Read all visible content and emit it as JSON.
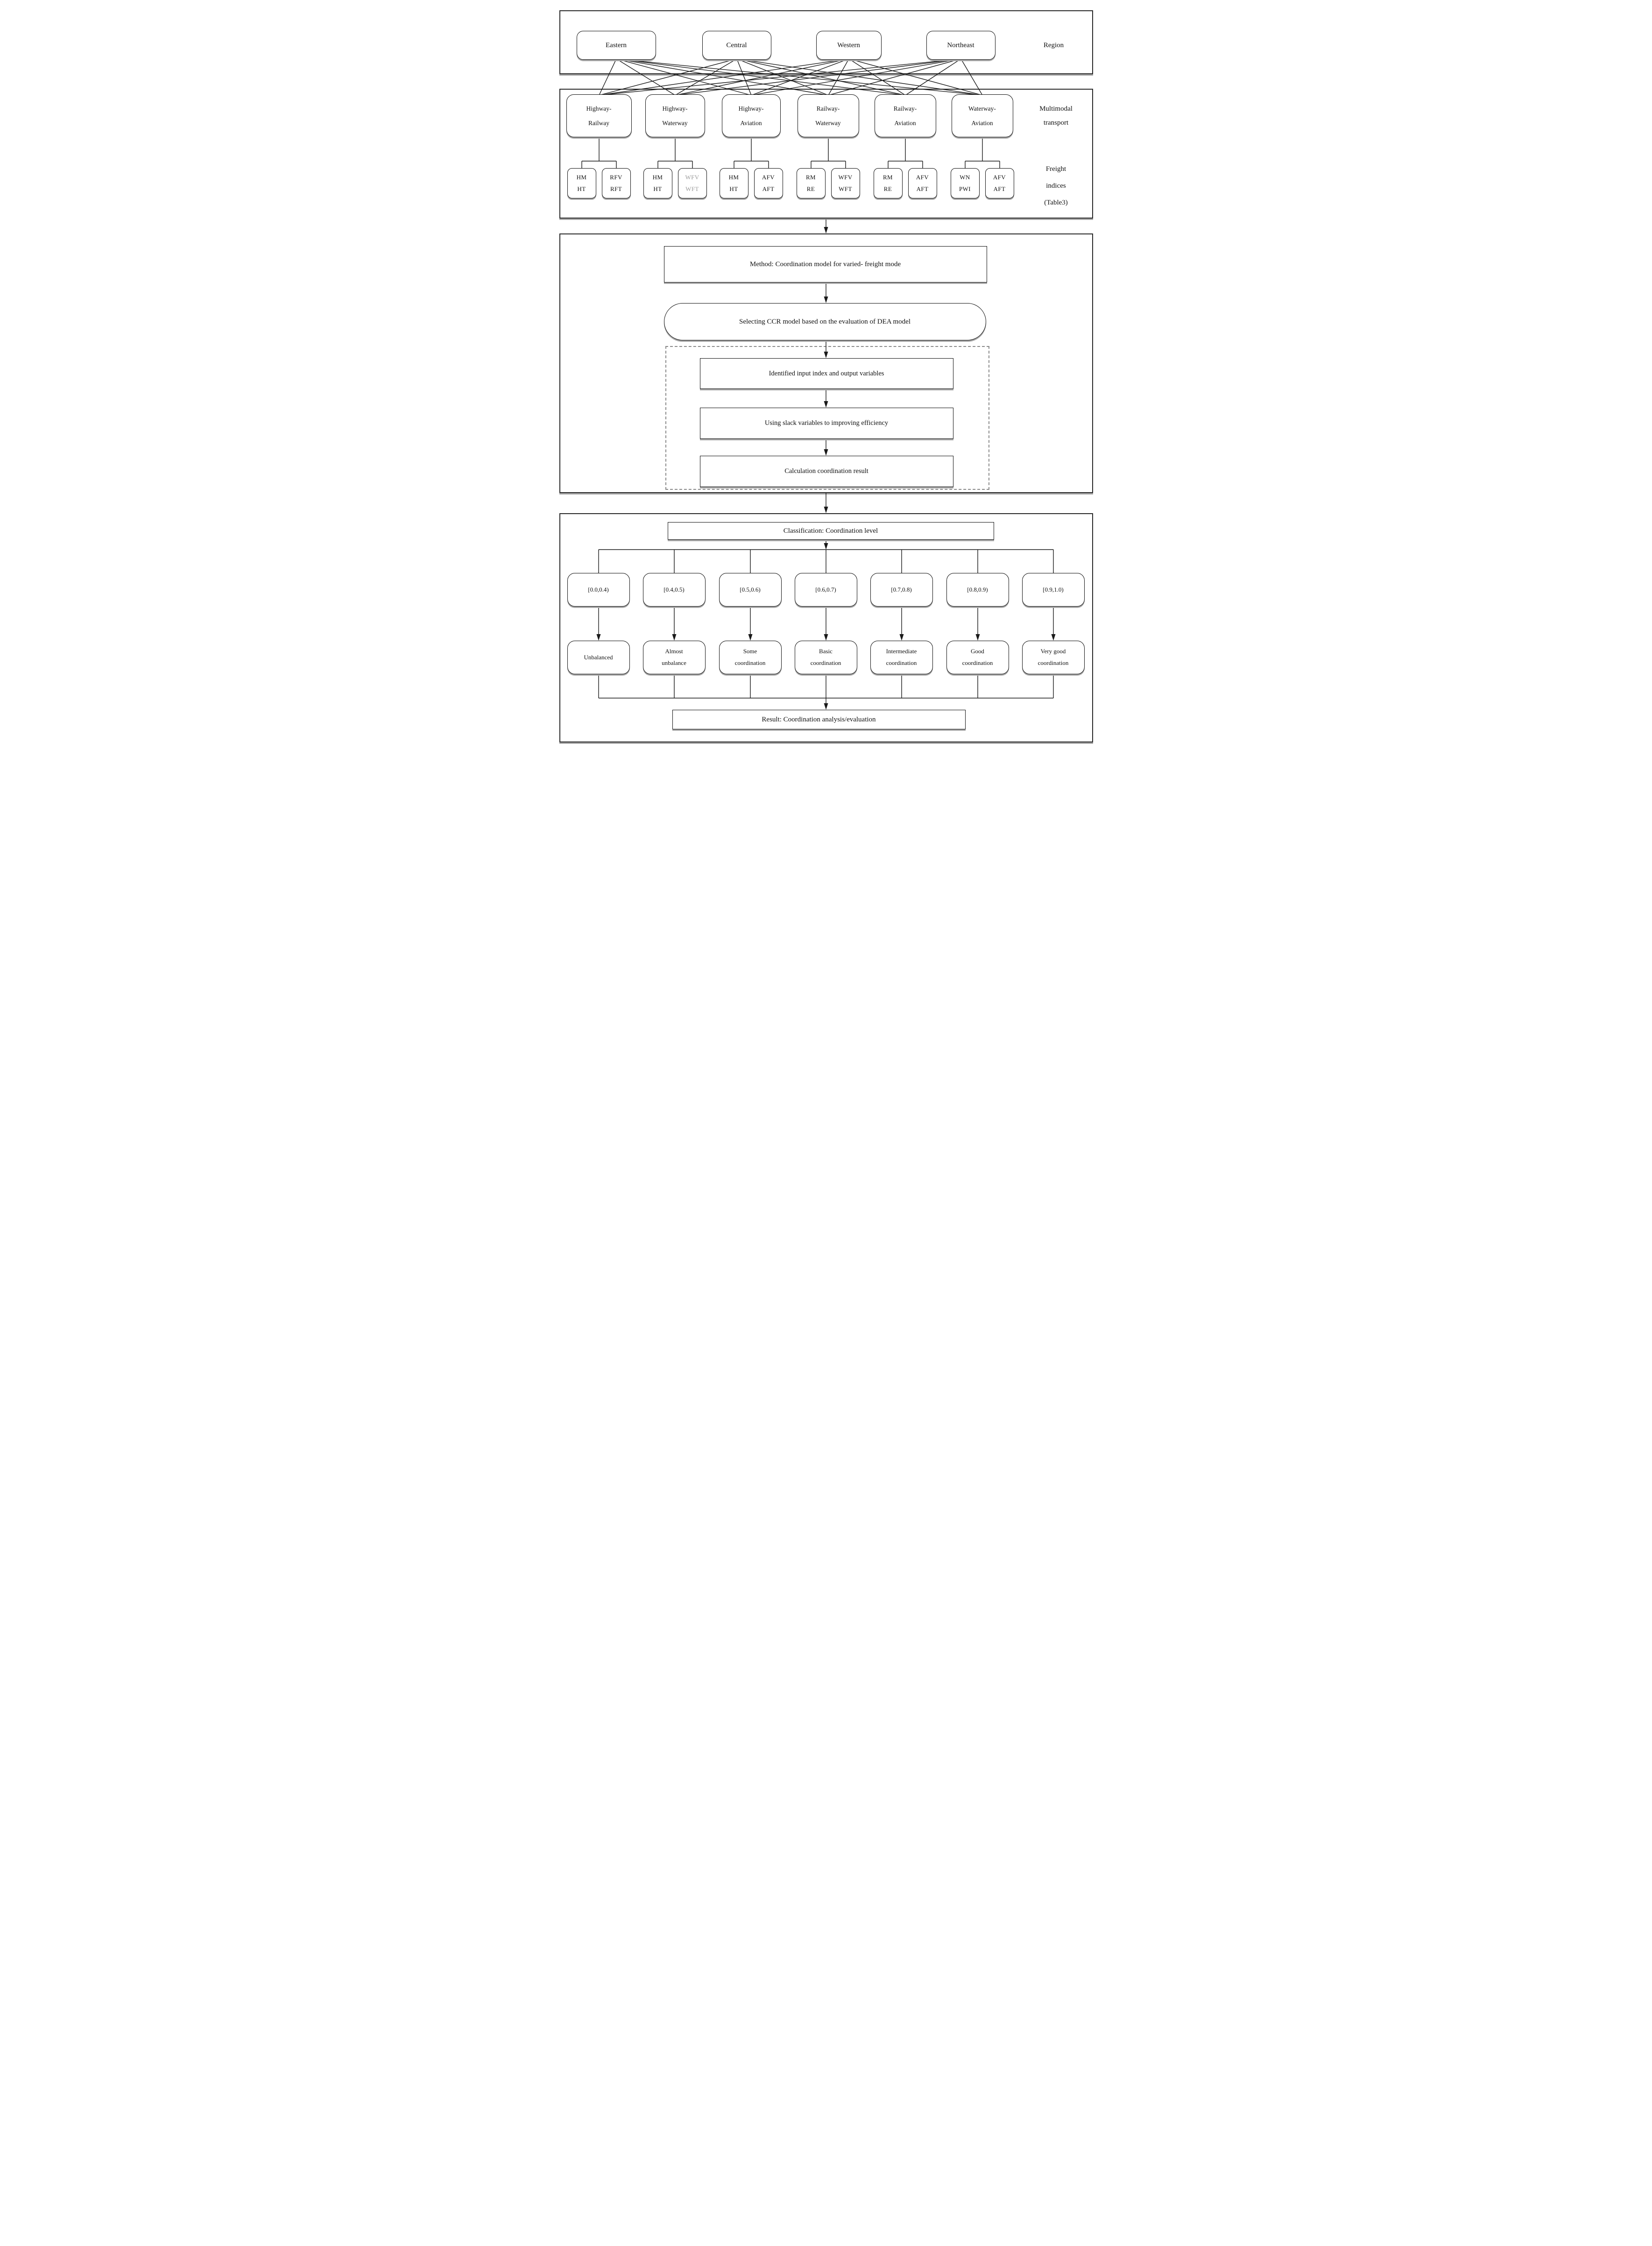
{
  "regions": [
    "Eastern",
    "Central",
    "Western",
    "Northeast"
  ],
  "axis_labels": {
    "region": "Region",
    "multimodal": "Multimodal\ntransport",
    "freight": "Freight\nindices\n(Table3)"
  },
  "modes": [
    "Highway-\nRailway",
    "Highway-\nWaterway",
    "Highway-\nAviation",
    "Railway-\nWaterway",
    "Railway-\nAviation",
    "Waterway-\nAviation"
  ],
  "freight_indices": [
    "HM\nHT",
    "RFV\nRFT",
    "HM\nHT",
    "WFV\nWFT",
    "HM\nHT",
    "AFV\nAFT",
    "RM\nRE",
    "WFV\nWFT",
    "RM\nRE",
    "AFV\nAFT",
    "WN\nPWI",
    "AFV\nAFT"
  ],
  "method": {
    "title": "Method: Coordination model for varied- freight mode",
    "selection": "Selecting CCR model based on the evaluation of DEA model",
    "steps": [
      "Identified  input index and output variables",
      "Using slack variables to improving efficiency",
      "Calculation  coordination result"
    ]
  },
  "classification": {
    "title": "Classification: Coordination level",
    "ranges": [
      "[0.0,0.4)",
      "[0.4,0.5)",
      "[0.5,0.6)",
      "[0.6,0.7)",
      "[0.7,0.8)",
      "[0.8,0.9)",
      "[0.9,1.0)"
    ],
    "levels": [
      "Unbalanced",
      "Almost\nunbalance",
      "Some\ncoordination",
      "Basic\ncoordination",
      "Intermediate\ncoordination",
      "Good\ncoordination",
      "Very good\ncoordination"
    ]
  },
  "result": "Result: Coordination analysis/evaluation",
  "colors": {
    "ink": "#1a1a1a",
    "muted_text": "#9a9a9a",
    "shadow": "#a6a6a6",
    "background": "#ffffff"
  }
}
